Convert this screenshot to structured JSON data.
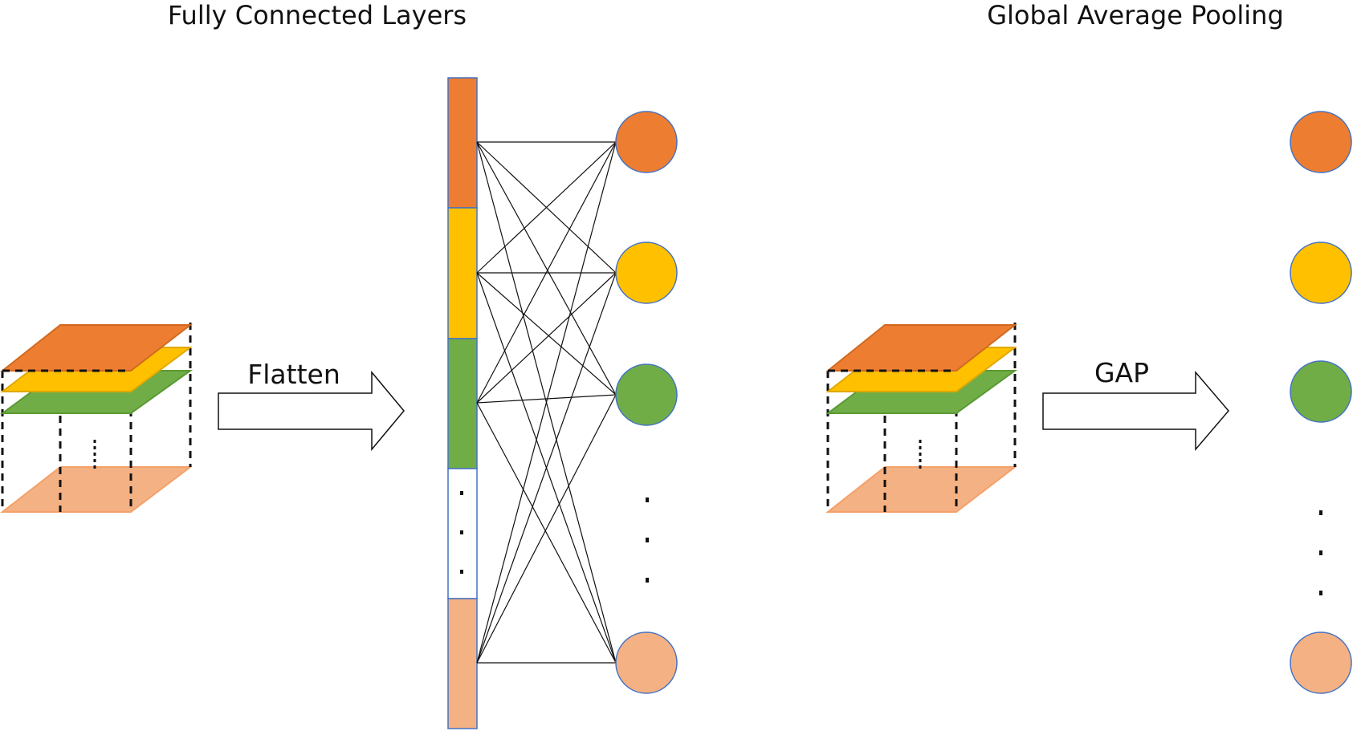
{
  "titles": {
    "fully_connected": "Fully Connected Layers",
    "gap": "Global Average Pooling"
  },
  "arrows": {
    "flatten": "Flatten",
    "gap": "GAP"
  },
  "colors": {
    "orange": "#ED7D31",
    "yellow": "#FFC000",
    "green": "#70AD47",
    "peach": "#F4B183",
    "outline_blue": "#4472C4",
    "line": "#111111"
  },
  "feature_map_layers": [
    "orange",
    "yellow",
    "green",
    "peach"
  ],
  "output_nodes": [
    "orange",
    "yellow",
    "green",
    "peach"
  ]
}
